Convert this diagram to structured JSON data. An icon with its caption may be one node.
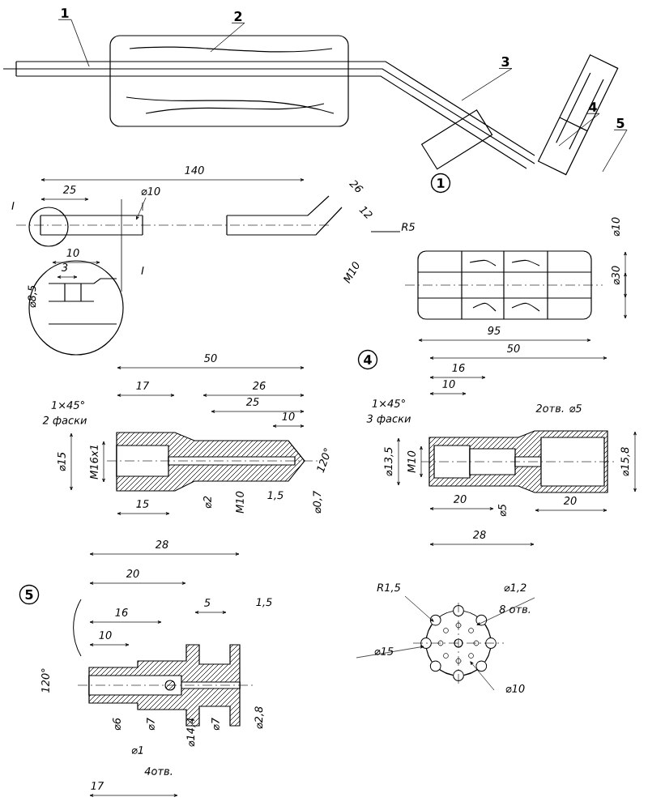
{
  "diagram": {
    "nodes": [
      {
        "text": [
          "1"
        ]
      },
      {
        "text": [
          "2"
        ]
      },
      {
        "text": [
          "3"
        ]
      },
      {
        "text": [
          "4"
        ]
      },
      {
        "text": [
          "5"
        ]
      }
    ],
    "edges": [
      {
        "from": 0,
        "to": null,
        "arrow": "none"
      },
      {
        "from": 1,
        "to": null,
        "arrow": "none"
      },
      {
        "from": 2,
        "to": null,
        "arrow": "none"
      },
      {
        "from": 3,
        "to": null,
        "arrow": "none"
      },
      {
        "from": 4,
        "to": null,
        "arrow": "none"
      }
    ],
    "labels": [
      "140",
      "I",
      "25",
      "⌀10",
      "26",
      "12",
      "M10",
      "I",
      "10",
      "3",
      "⌀8,5",
      "1",
      "R5",
      "⌀10",
      "⌀30",
      "95",
      "50",
      "17",
      "26",
      "1×45°",
      "2 фаски",
      "25",
      "10",
      "⌀15",
      "M16x1",
      "15",
      "⌀2",
      "M10",
      "1,5",
      "⌀0,7",
      "120°",
      "4",
      "50",
      "16",
      "10",
      "1×45°",
      "3 фаски",
      "2отв. ⌀5",
      "⌀13,5",
      "M10",
      "⌀5",
      "20",
      "20",
      "28",
      "⌀15,8",
      "5",
      "28",
      "20",
      "16",
      "10",
      "5",
      "1,5",
      "120°",
      "⌀6",
      "⌀7",
      "⌀1",
      "4отв.",
      "⌀14,4",
      "⌀7",
      "⌀2,8",
      "17",
      "R1,5",
      "⌀1,2",
      "8 отв.",
      "⌀15",
      "⌀10"
    ]
  }
}
